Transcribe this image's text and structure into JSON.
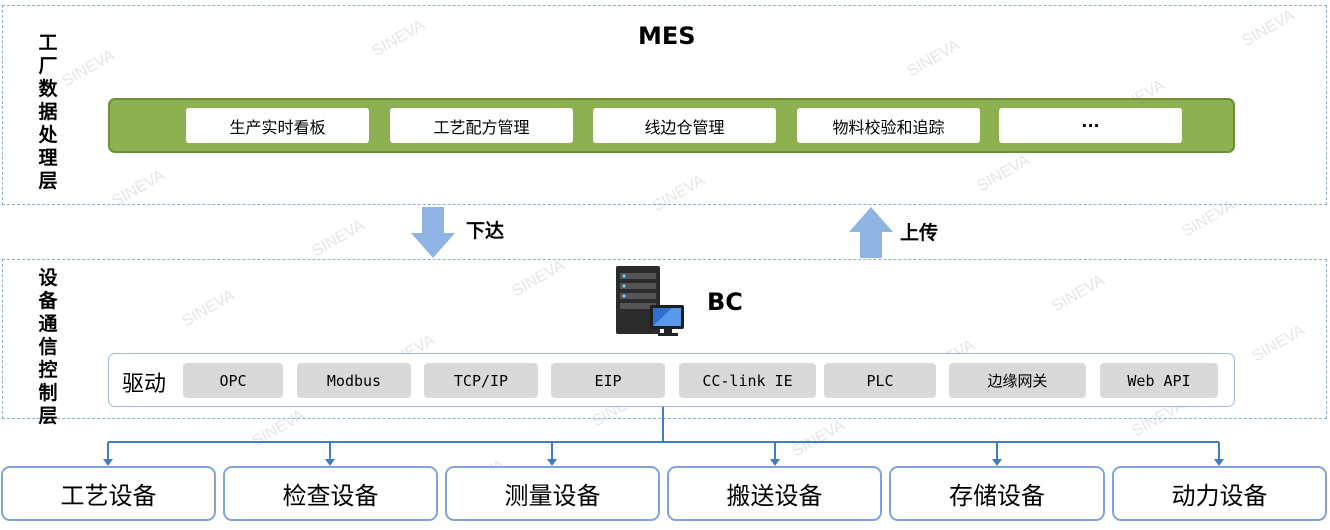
{
  "top_layer": {
    "label": "工厂数据处理层",
    "title": "MES",
    "modules": [
      "生产实时看板",
      "工艺配方管理",
      "线边仓管理",
      "物料校验和追踪",
      "···"
    ]
  },
  "flows": {
    "down_label": "下达",
    "up_label": "上传"
  },
  "bottom_layer": {
    "label": "设备通信控制层",
    "title": "BC",
    "driver_label": "驱动",
    "drivers": [
      "OPC",
      "Modbus",
      "TCP/IP",
      "EIP",
      "CC-link IE",
      "PLC",
      "边缘网关",
      "Web API"
    ]
  },
  "devices": [
    "工艺设备",
    "检查设备",
    "测量设备",
    "搬送设备",
    "存储设备",
    "动力设备"
  ],
  "watermark": "SINEVA",
  "colors": {
    "green_bar": "#8db050",
    "layer_border": "#8faed6",
    "arrow": "#8fb4e3",
    "connector": "#3f7ec4",
    "driver_fill": "#d9d9d9"
  }
}
